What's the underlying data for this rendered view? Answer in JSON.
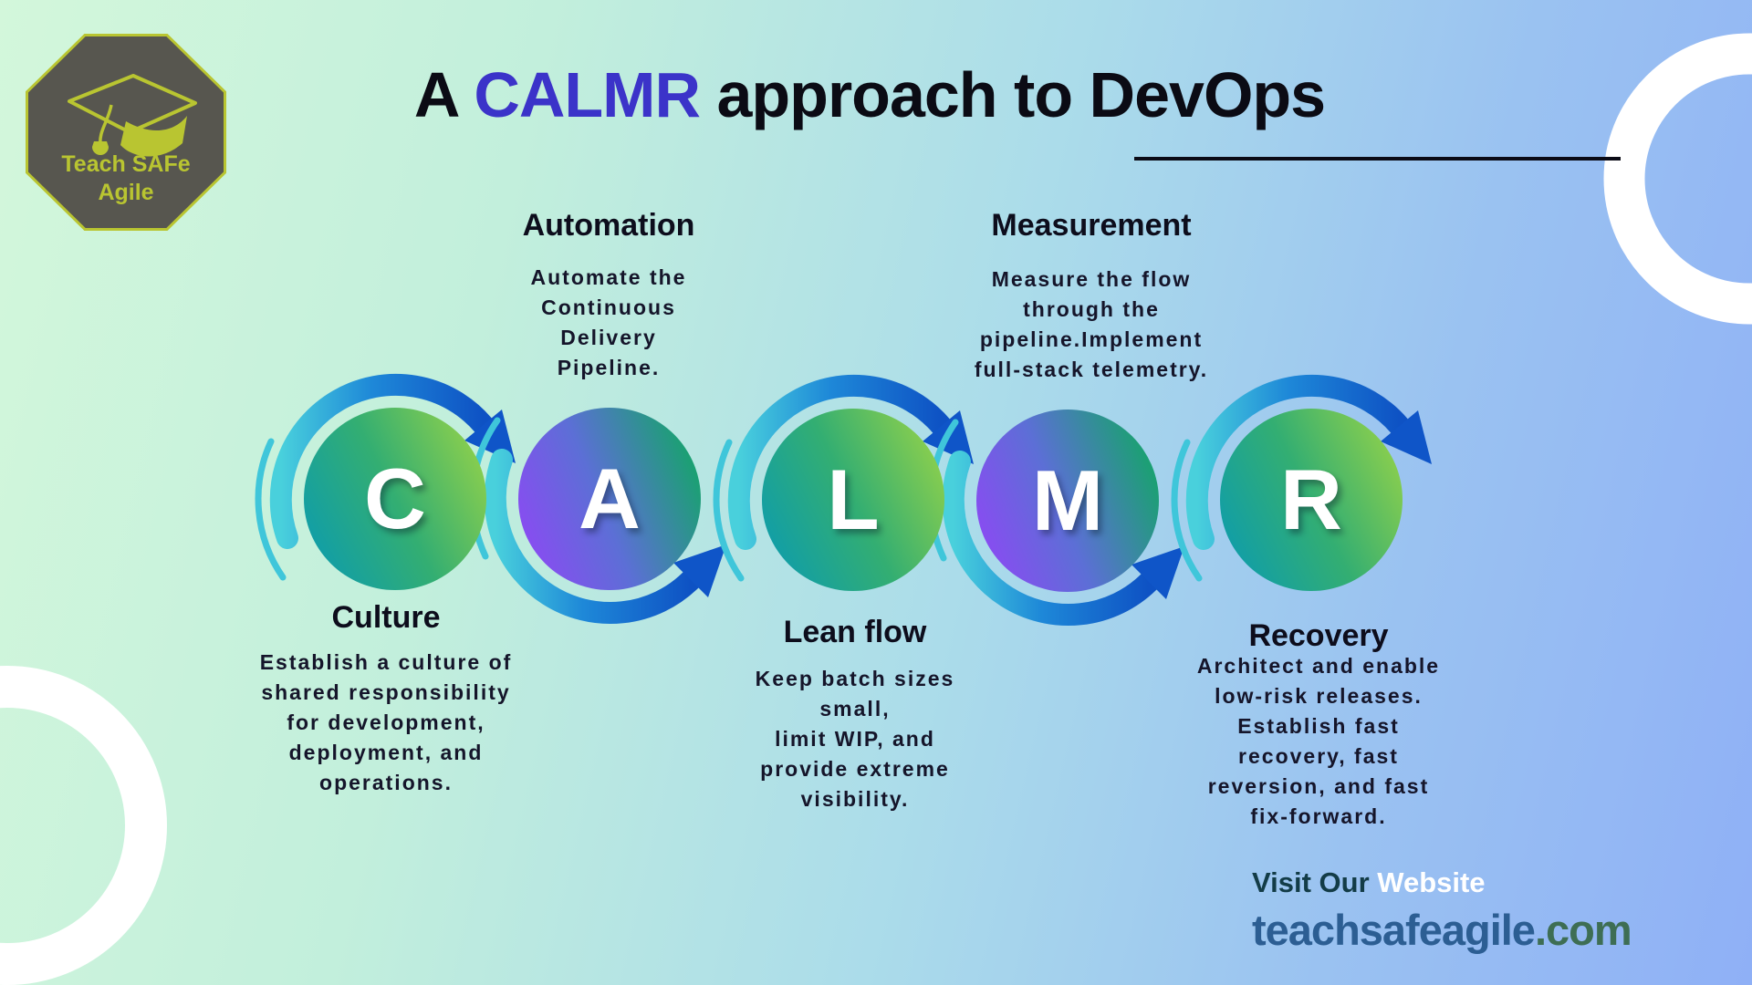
{
  "brand": {
    "logo_line1": "Teach SAFe",
    "logo_line2": "Agile"
  },
  "title": {
    "prefix": "A ",
    "highlight": "CALMR",
    "suffix": " approach to DevOps"
  },
  "steps": [
    {
      "letter": "C",
      "label": "Culture",
      "description": "Establish a culture of\nshared responsibility\nfor development,\ndeployment, and\noperations.",
      "label_position": "below",
      "circle_style": "teal-green"
    },
    {
      "letter": "A",
      "label": "Automation",
      "description": "Automate the\nContinuous\nDelivery\nPipeline.",
      "label_position": "above",
      "circle_style": "purple-green"
    },
    {
      "letter": "L",
      "label": "Lean flow",
      "description": "Keep batch sizes\nsmall,\nlimit WIP, and\nprovide extreme\nvisibility.",
      "label_position": "below",
      "circle_style": "teal-green"
    },
    {
      "letter": "M",
      "label": "Measurement",
      "description": "Measure the flow\nthrough the\npipeline.Implement\nfull-stack telemetry.",
      "label_position": "above",
      "circle_style": "purple-green"
    },
    {
      "letter": "R",
      "label": "Recovery",
      "description": "Architect and enable\nlow-risk releases.\nEstablish fast\nrecovery, fast\nreversion, and fast\nfix-forward.",
      "label_position": "below",
      "circle_style": "teal-green"
    }
  ],
  "footer": {
    "visit_prefix": "Visit Our ",
    "visit_highlight": "Website",
    "website": "teachsafeagile.com"
  },
  "colors": {
    "background_left": "#d3f7db",
    "background_right": "#8fb0f6",
    "title_highlight": "#3b33c9",
    "circle_teal_green": [
      "#0f9daa",
      "#8ed04c"
    ],
    "circle_purple_green": [
      "#8a4bf2",
      "#16a46b"
    ],
    "arrow_tail": "#49d0dc",
    "arrow_head": "#0e52c4",
    "logo_background": "#57564f",
    "logo_accent": "#b9c531",
    "visit_text": "#133c47",
    "website_text": "#2c5e93",
    "website_com": "#3e6e54"
  }
}
